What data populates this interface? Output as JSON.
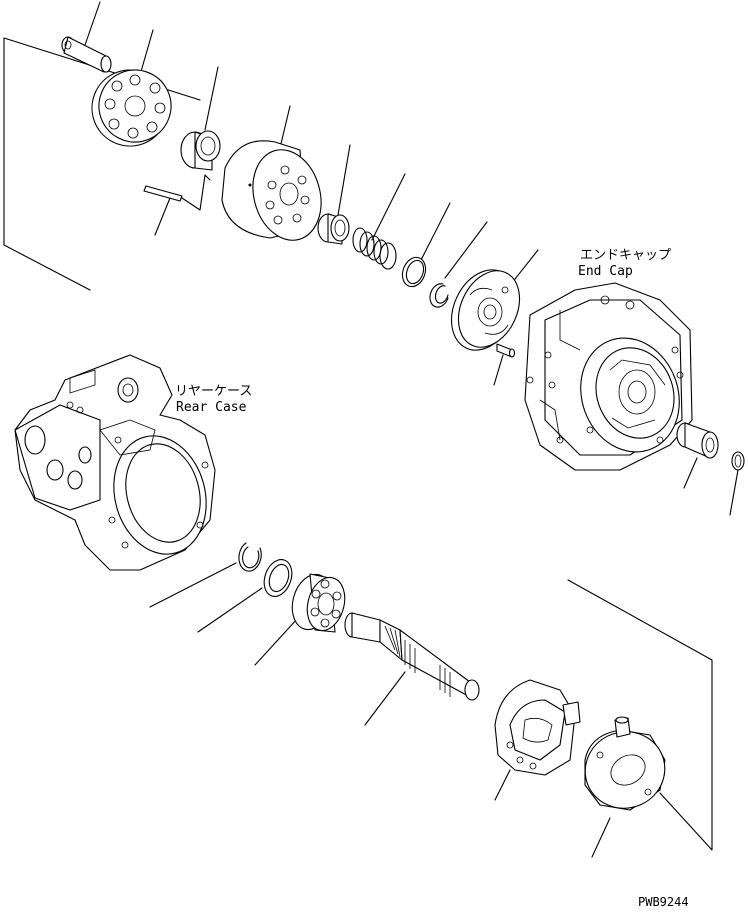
{
  "labels": {
    "end_cap_jp": "エンドキャップ",
    "end_cap_en": "End Cap",
    "rear_case_jp": "リヤーケース",
    "rear_case_en": "Rear Case"
  },
  "drawing_code": "PWB9244",
  "colors": {
    "line": "#000000",
    "background": "#ffffff"
  },
  "parts": [
    "pin",
    "retainer-plate",
    "ball-guide",
    "cylinder-block",
    "needle",
    "spring-seat",
    "spring",
    "snap-ring-upper",
    "snap-ring-small",
    "valve-plate",
    "dowel-pin",
    "end-cap",
    "bushing",
    "snap-ring-end",
    "rear-case",
    "snap-ring-lower",
    "washer",
    "bearing",
    "shaft",
    "cradle",
    "bearing-case"
  ]
}
